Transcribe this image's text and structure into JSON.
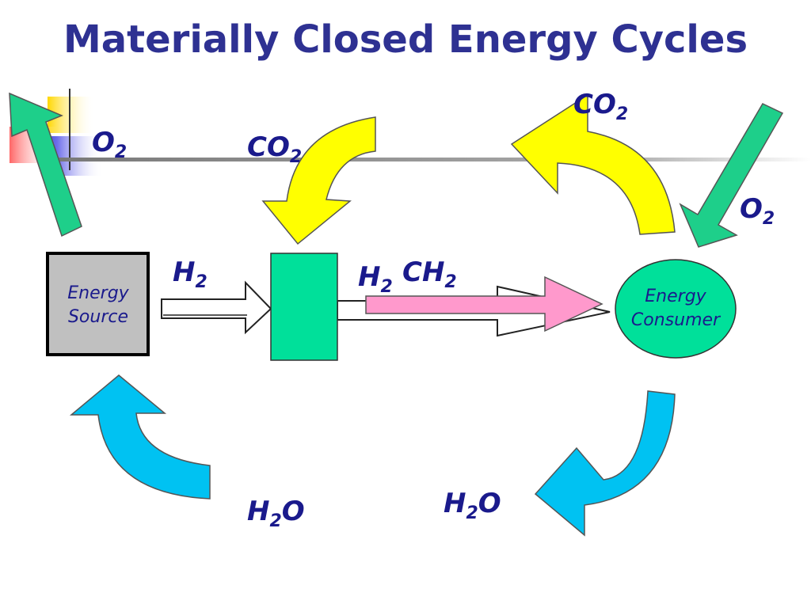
{
  "title": "Materially Closed Energy Cycles",
  "nodes": {
    "source": {
      "line1": "Energy",
      "line2": "Source"
    },
    "consumer": {
      "line1": "Energy",
      "line2": "Consumer"
    }
  },
  "labels": {
    "o2_left": {
      "main": "O",
      "sub": "2"
    },
    "co2_left": {
      "main": "CO",
      "sub": "2"
    },
    "co2_right": {
      "main": "CO",
      "sub": "2"
    },
    "o2_right": {
      "main": "O",
      "sub": "2"
    },
    "h2_left": {
      "main": "H",
      "sub": "2"
    },
    "h2_mid": {
      "main": "H",
      "sub": "2"
    },
    "ch2": {
      "main": "CH",
      "sub": "2"
    },
    "h2o_left": {
      "main": "H",
      "sub": "2",
      "tail": "O"
    },
    "h2o_right": {
      "main": "H",
      "sub": "2",
      "tail": "O"
    }
  },
  "colors": {
    "title": "#2e3192",
    "label": "#1a1a8c",
    "green_arrow": "#1ecf8a",
    "yellow_arrow": "#ffff00",
    "blue_arrow": "#00c2f2",
    "pink_arrow": "#ff99cc",
    "source_box": "#c0c0c0",
    "converter_box": "#00e09a",
    "consumer_ellipse": "#00e09a"
  }
}
